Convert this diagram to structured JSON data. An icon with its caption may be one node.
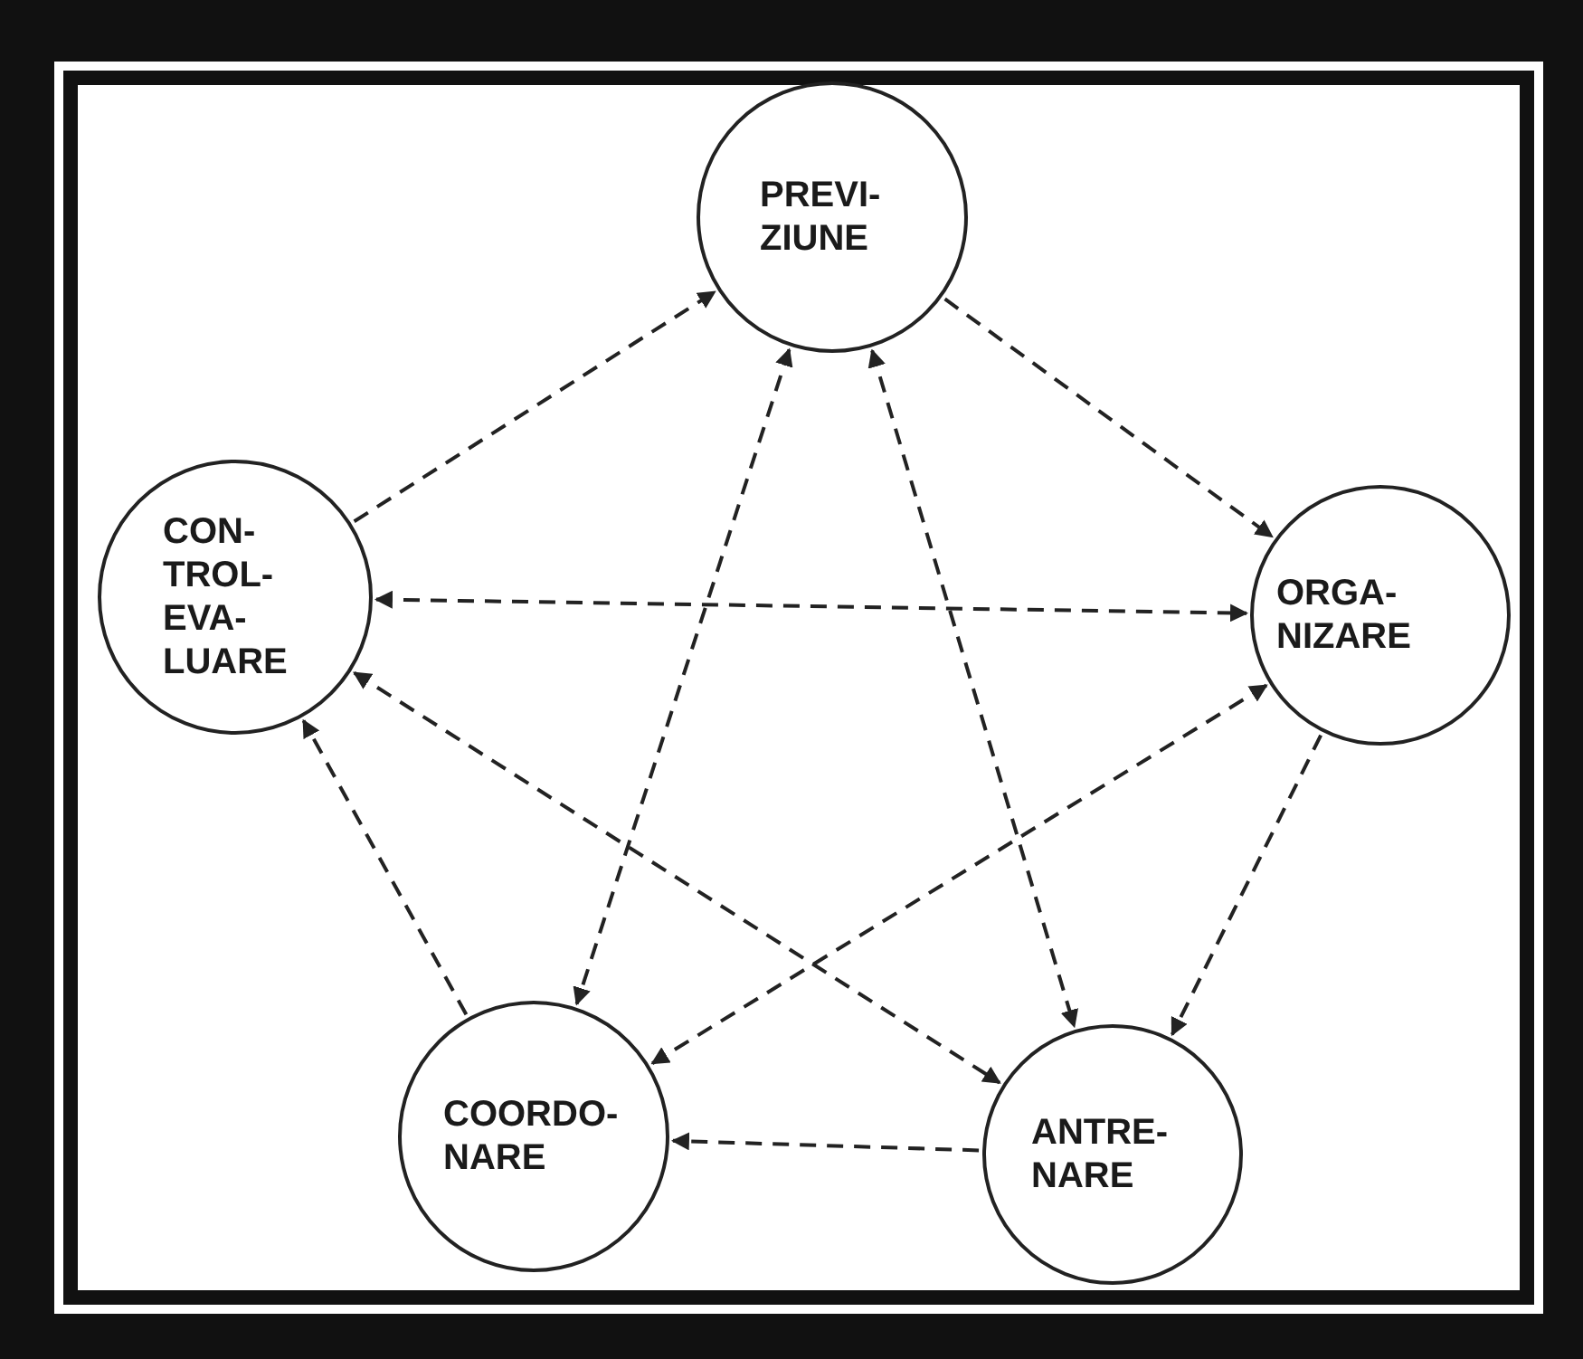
{
  "diagram": {
    "nodes": [
      {
        "text": [
          "PREVI- ZIUNE"
        ]
      },
      {
        "text": [
          "CON- TROL- EVA- LUARE"
        ]
      },
      {
        "text": [
          "ORGA- NIZARE"
        ]
      },
      {
        "text": [
          "COORDO- NARE"
        ]
      },
      {
        "text": [
          "ANTRE- NARE"
        ]
      }
    ],
    "edges": [
      {
        "from": 1,
        "to": 0,
        "arrow": "to",
        "style": "dashed"
      },
      {
        "from": 0,
        "to": 2,
        "arrow": "to",
        "style": "dashed"
      },
      {
        "from": 2,
        "to": 4,
        "arrow": "to",
        "style": "dashed"
      },
      {
        "from": 4,
        "to": 3,
        "arrow": "to",
        "style": "dashed"
      },
      {
        "from": 3,
        "to": 1,
        "arrow": "to",
        "style": "dashed"
      },
      {
        "from": 1,
        "to": 2,
        "arrow": "both",
        "style": "dashed"
      },
      {
        "from": 0,
        "to": 3,
        "arrow": "both",
        "style": "dashed"
      },
      {
        "from": 0,
        "to": 4,
        "arrow": "both",
        "style": "dashed"
      },
      {
        "from": 1,
        "to": 4,
        "arrow": "both",
        "style": "dashed"
      },
      {
        "from": 2,
        "to": 3,
        "arrow": "both",
        "style": "dashed"
      }
    ]
  }
}
